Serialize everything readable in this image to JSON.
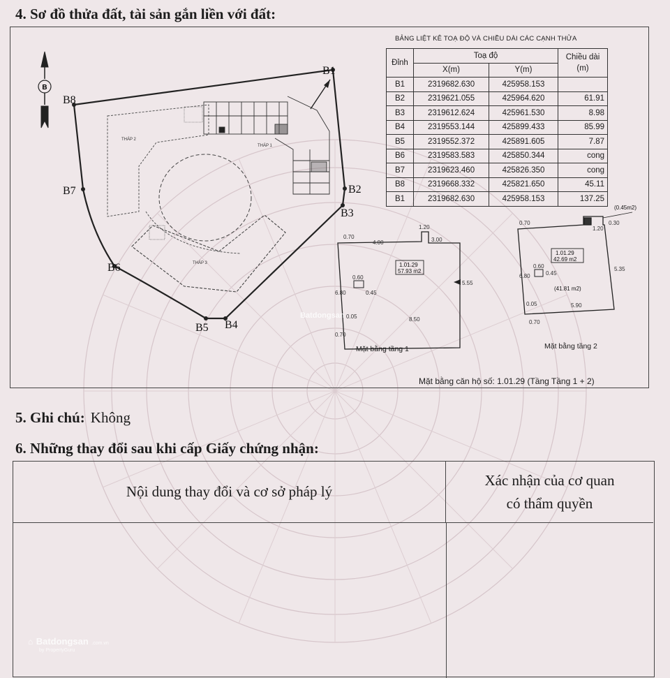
{
  "sections": {
    "s4_title": "4. Sơ đồ thửa đất, tài sản gắn liền với đất:",
    "s5_label": "5. Ghi chú:",
    "s5_value": "Không",
    "s6_title": "6. Những thay đổi sau khi cấp Giấy chứng nhận:"
  },
  "coord_table": {
    "title": "BẢNG LIỆT KÊ TOẠ ĐỘ VÀ CHIỀU DÀI CÁC CẠNH THỬA",
    "headers": {
      "vertex": "Đỉnh",
      "coord": "Toạ độ",
      "x": "X(m)",
      "y": "Y(m)",
      "length_top": "Chiều dài",
      "length_unit": "(m)"
    },
    "rows": [
      {
        "v": "B1",
        "x": "2319682.630",
        "y": "425958.153",
        "len": ""
      },
      {
        "v": "B2",
        "x": "2319621.055",
        "y": "425964.620",
        "len": "61.91"
      },
      {
        "v": "B3",
        "x": "2319612.624",
        "y": "425961.530",
        "len": "8.98"
      },
      {
        "v": "B4",
        "x": "2319553.144",
        "y": "425899.433",
        "len": "85.99"
      },
      {
        "v": "B5",
        "x": "2319552.372",
        "y": "425891.605",
        "len": "7.87"
      },
      {
        "v": "B6",
        "x": "2319583.583",
        "y": "425850.344",
        "len": "cong"
      },
      {
        "v": "B7",
        "x": "2319623.460",
        "y": "425826.350",
        "len": "cong"
      },
      {
        "v": "B8",
        "x": "2319668.332",
        "y": "425821.650",
        "len": "45.11"
      },
      {
        "v": "B1",
        "x": "2319682.630",
        "y": "425958.153",
        "len": "137.25"
      }
    ]
  },
  "site_plan": {
    "compass": "B",
    "vertices": {
      "b1": "B1",
      "b2": "B2",
      "b3": "B3",
      "b4": "B4",
      "b5": "B5",
      "b6": "B6",
      "b7": "B7",
      "b8": "B8"
    },
    "towers": {
      "t1": "THÁP 1",
      "t2": "THÁP 2",
      "t3": "THÁP 3"
    }
  },
  "floor1": {
    "unit": "1.01.29",
    "area": "57.93 m2",
    "label": "Mặt bằng tầng 1",
    "dims": {
      "d1": "0.70",
      "d2": "4.00",
      "d3": "1.20",
      "d4": "3.00",
      "d5": "5.55",
      "d6": "8.50",
      "d7": "6.80",
      "d8": "0.70",
      "d9": "0.45",
      "d10": "0.60",
      "d11": "0.05"
    }
  },
  "floor2": {
    "unit": "1.01.29",
    "area": "42.69 m2",
    "sub_area": "(41.81 m2)",
    "extra": "(0.45m2)",
    "label": "Mặt bằng tầng 2",
    "dims": {
      "d1": "0.70",
      "d2": "1.20",
      "d3": "0.30",
      "d4": "5.35",
      "d5": "6.80",
      "d6": "0.45",
      "d7": "0.60",
      "d8": "5.90",
      "d9": "0.70",
      "d10": "0.05"
    }
  },
  "caption": "Mặt bằng căn hộ số: 1.01.29  (Tầng Tầng 1 + 2)",
  "changes_table": {
    "col1": "Nội dung thay đổi và cơ sở pháp lý",
    "col2_line1": "Xác nhận của cơ quan",
    "col2_line2": "có thẩm quyền"
  },
  "watermark": {
    "brand": "Batdongsan",
    "tag": "by PropertyGuru",
    "domain": ".com.vn"
  },
  "colors": {
    "paper": "#efe7e9",
    "ink": "#1c1c1c",
    "pattern": "#d4c2c7"
  }
}
